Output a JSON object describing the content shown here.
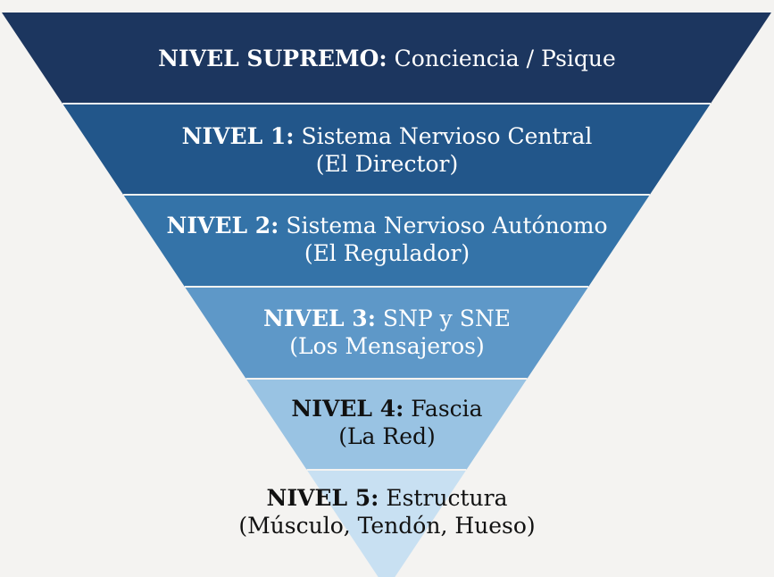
{
  "levels": [
    {
      "label": "NIVEL SUPREMO:",
      "name": "Conciencia / Psique",
      "subtitle": "",
      "fill": "#1c365f",
      "text_color": "#ffffff"
    },
    {
      "label": "NIVEL 1:",
      "name": "Sistema Nervioso Central",
      "subtitle": "(El Director)",
      "fill": "#22568a",
      "text_color": "#ffffff"
    },
    {
      "label": "NIVEL 2:",
      "name": "Sistema Nervioso Autónomo",
      "subtitle": "(El Regulador)",
      "fill": "#3473a8",
      "text_color": "#ffffff"
    },
    {
      "label": "NIVEL 3:",
      "name": "SNP y SNE",
      "subtitle": "(Los Mensajeros)",
      "fill": "#5e98c8",
      "text_color": "#ffffff"
    },
    {
      "label": "NIVEL 4:",
      "name": "Fascia",
      "subtitle": "(La Red)",
      "fill": "#99c3e3",
      "text_color": "#111111"
    },
    {
      "label": "NIVEL 5:",
      "name": "Estructura",
      "subtitle": "(Músculo, Tendón, Hueso)",
      "fill": "#c8e0f2",
      "text_color": "#111111"
    }
  ]
}
